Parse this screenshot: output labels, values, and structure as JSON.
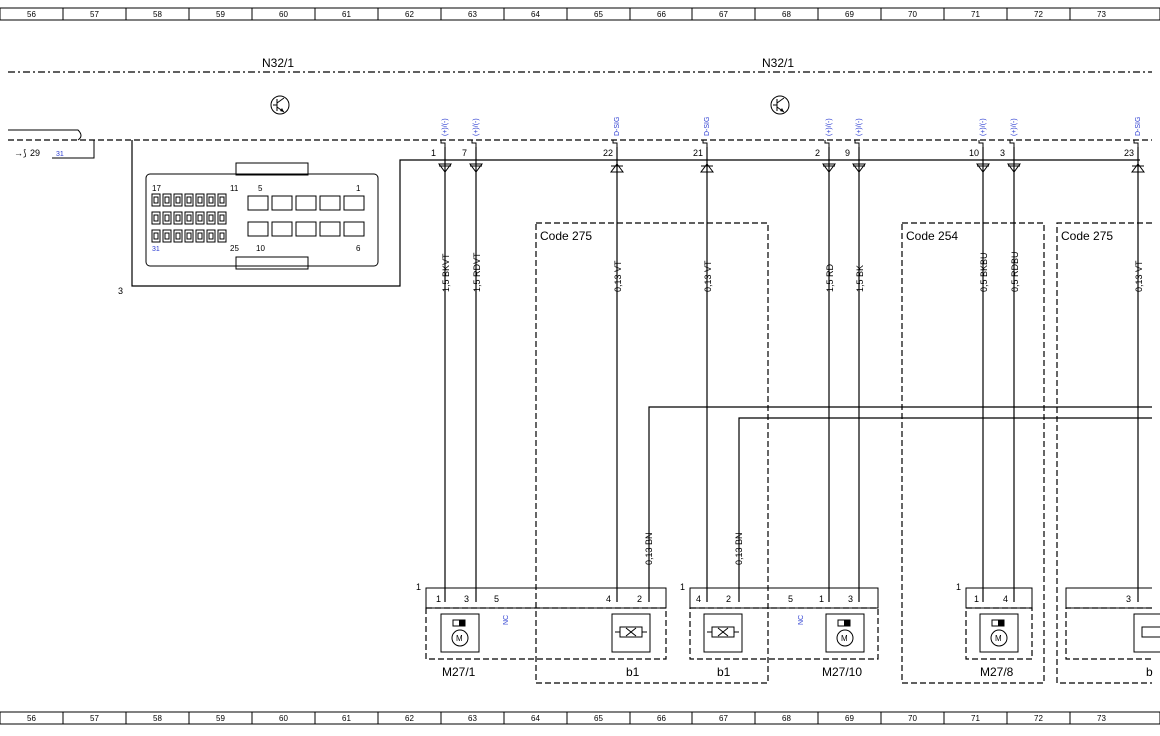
{
  "ruler": [
    "56",
    "57",
    "58",
    "59",
    "60",
    "61",
    "62",
    "63",
    "64",
    "65",
    "66",
    "67",
    "68",
    "69",
    "70",
    "71",
    "72",
    "73"
  ],
  "modules": [
    {
      "id": "n32-left",
      "label": "N32/1"
    },
    {
      "id": "n32-right",
      "label": "N32/1"
    }
  ],
  "connector": {
    "ref": "3",
    "pin_labels": [
      "17",
      "11",
      "5",
      "1",
      "31",
      "25",
      "10",
      "6"
    ],
    "bus_pins": [
      "29",
      "31"
    ]
  },
  "pins": [
    {
      "id": "p1",
      "tag": "(+)/(-)",
      "num": "1",
      "wire": "1,5 BKVT"
    },
    {
      "id": "p7",
      "tag": "(+)/(-)",
      "num": "7",
      "wire": "1,5 RDVT"
    },
    {
      "id": "p22",
      "tag": "D-SIG",
      "num": "22",
      "wire": "0,13 VT"
    },
    {
      "id": "p21",
      "tag": "D-SIG",
      "num": "21",
      "wire": "0,13 VT"
    },
    {
      "id": "p2",
      "tag": "(+)/(-)",
      "num": "2",
      "wire": "1,5 RD"
    },
    {
      "id": "p9",
      "tag": "(+)/(-)",
      "num": "9",
      "wire": "1,5 BK"
    },
    {
      "id": "p10",
      "tag": "(+)/(-)",
      "num": "10",
      "wire": "0,5 BKBU"
    },
    {
      "id": "p3",
      "tag": "(+)/(-)",
      "num": "3",
      "wire": "0,5 RDBU"
    },
    {
      "id": "p23",
      "tag": "D-SIG",
      "num": "23",
      "wire": "0,13 VT"
    }
  ],
  "codes": [
    {
      "id": "code-a",
      "label": "Code 275"
    },
    {
      "id": "code-b",
      "label": "Code 254"
    },
    {
      "id": "code-c",
      "label": "Code 275"
    }
  ],
  "bn_wires": [
    "0,13 BN",
    "0,13 BN"
  ],
  "components": {
    "m27_1": {
      "label": "M27/1",
      "ref": "1",
      "pins": [
        "1",
        "3",
        "5",
        "4",
        "2"
      ],
      "nc": "NC"
    },
    "b1_a": {
      "label": "b1"
    },
    "m27_10": {
      "label": "M27/10",
      "ref": "1",
      "pins": [
        "4",
        "2",
        "5",
        "1",
        "3"
      ],
      "nc": "NC"
    },
    "b1_b": {
      "label": "b1"
    },
    "m27_8": {
      "label": "M27/8",
      "ref": "1",
      "pins": [
        "1",
        "4"
      ]
    },
    "b1_c": {
      "label": "b",
      "pins": [
        "3"
      ]
    }
  }
}
